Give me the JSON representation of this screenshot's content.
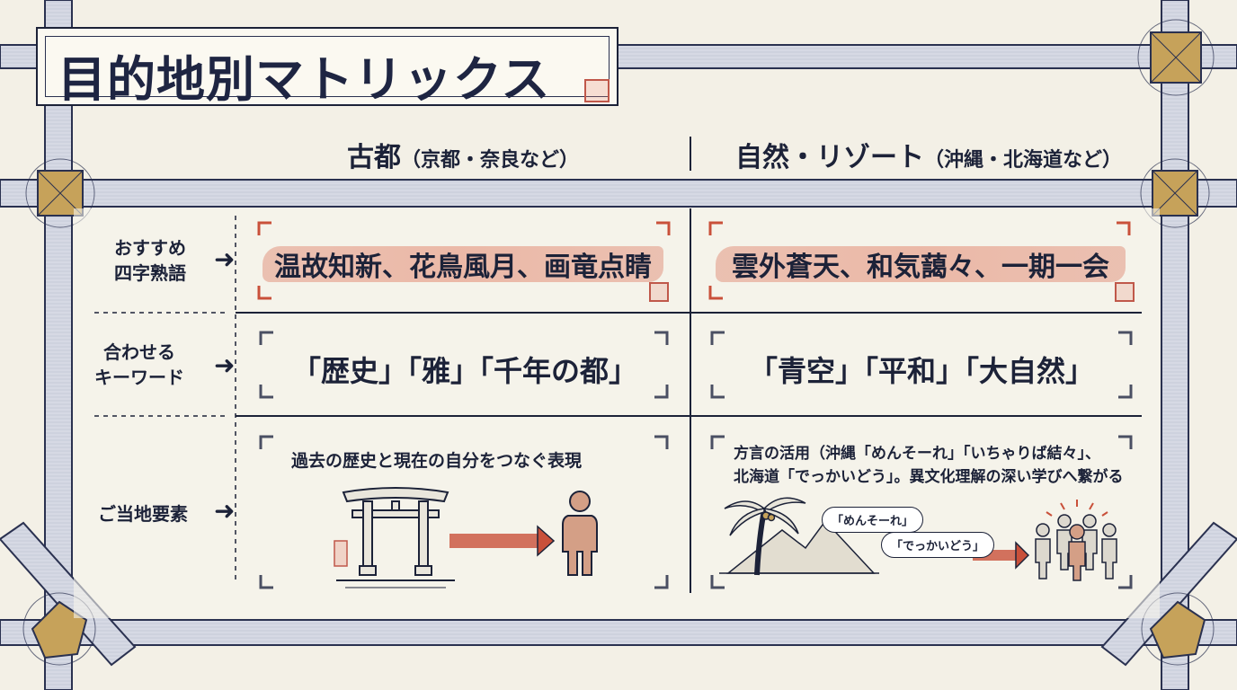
{
  "title": "目的地別マトリックス",
  "columns": [
    {
      "main": "古都",
      "sub": "（京都・奈良など）"
    },
    {
      "main": "自然・リゾート",
      "sub": "（沖縄・北海道など）"
    }
  ],
  "rows": [
    {
      "label_line1": "おすすめ",
      "label_line2": "四字熟語"
    },
    {
      "label_line1": "合わせる",
      "label_line2": "キーワード"
    },
    {
      "label_line1": "ご当地要素",
      "label_line2": ""
    }
  ],
  "arrow_glyph": "➜",
  "idioms": {
    "kyoto": "温故知新、花鳥風月、画竜点睛",
    "nature": "雲外蒼天、和気藹々、一期一会"
  },
  "keywords": {
    "kyoto": "「歴史」「雅」「千年の都」",
    "nature": "「青空」「平和」「大自然」"
  },
  "local": {
    "kyoto": "過去の歴史と現在の自分をつなぐ表現",
    "nature_line1": "方言の活用（沖縄「めんそーれ」「いちゃりば結々」、",
    "nature_line2": "北海道「でっかいどう」。異文化理解の深い学びへ繋がる",
    "bubble1": "「めんそーれ」",
    "bubble2": "「でっかいどう」"
  },
  "colors": {
    "navy": "#1c2238",
    "accent": "#c9503a",
    "highlight": "#e8a391",
    "paper": "#f3f0e6"
  },
  "icons": [
    "torii-icon",
    "person-icon",
    "palm-tree-icon",
    "mountain-icon",
    "people-group-icon",
    "arrow-icon"
  ]
}
